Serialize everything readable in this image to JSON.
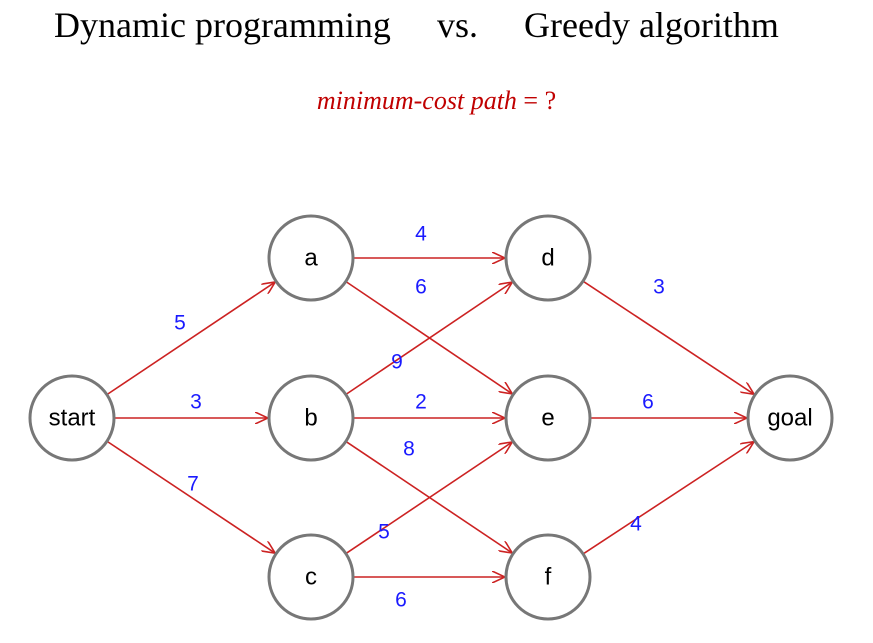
{
  "header": {
    "title_left": "Dynamic programming",
    "title_vs": "vs.",
    "title_right": "Greedy algorithm",
    "question_text": "minimum-cost path",
    "question_tail": " = ?"
  },
  "colors": {
    "edge": "#cc2222",
    "weight": "#1a1aff",
    "node_border": "#777777",
    "question": "#c00000"
  },
  "graph": {
    "nodes": [
      {
        "id": "start",
        "label": "start"
      },
      {
        "id": "a",
        "label": "a"
      },
      {
        "id": "b",
        "label": "b"
      },
      {
        "id": "c",
        "label": "c"
      },
      {
        "id": "d",
        "label": "d"
      },
      {
        "id": "e",
        "label": "e"
      },
      {
        "id": "f",
        "label": "f"
      },
      {
        "id": "goal",
        "label": "goal"
      }
    ],
    "edges": [
      {
        "from": "start",
        "to": "a",
        "weight": "5"
      },
      {
        "from": "start",
        "to": "b",
        "weight": "3"
      },
      {
        "from": "start",
        "to": "c",
        "weight": "7"
      },
      {
        "from": "a",
        "to": "d",
        "weight": "4"
      },
      {
        "from": "a",
        "to": "e",
        "weight": "6"
      },
      {
        "from": "b",
        "to": "d",
        "weight": "9"
      },
      {
        "from": "b",
        "to": "e",
        "weight": "2"
      },
      {
        "from": "b",
        "to": "f",
        "weight": "8"
      },
      {
        "from": "c",
        "to": "e",
        "weight": "5"
      },
      {
        "from": "c",
        "to": "f",
        "weight": "6"
      },
      {
        "from": "d",
        "to": "goal",
        "weight": "3"
      },
      {
        "from": "e",
        "to": "goal",
        "weight": "6"
      },
      {
        "from": "f",
        "to": "goal",
        "weight": "4"
      }
    ]
  }
}
